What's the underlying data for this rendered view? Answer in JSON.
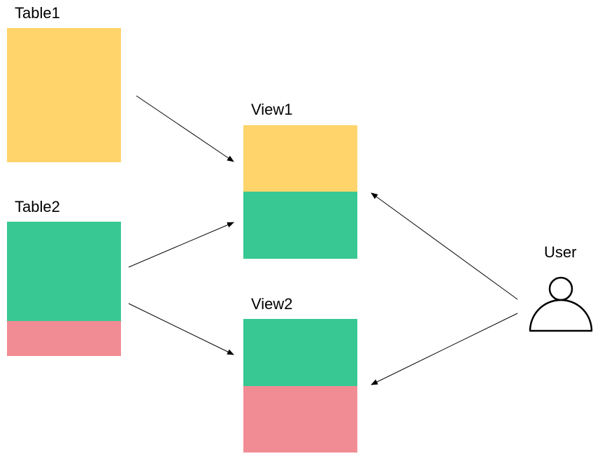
{
  "labels": {
    "table1": "Table1",
    "table2": "Table2",
    "view1": "View1",
    "view2": "View2",
    "user": "User"
  },
  "colors": {
    "yellow": "#FFD56B",
    "green": "#38C893",
    "pink": "#F28C94",
    "line": "#000000"
  },
  "icons": {
    "user": "user-icon",
    "arrow": "arrow-icon"
  }
}
